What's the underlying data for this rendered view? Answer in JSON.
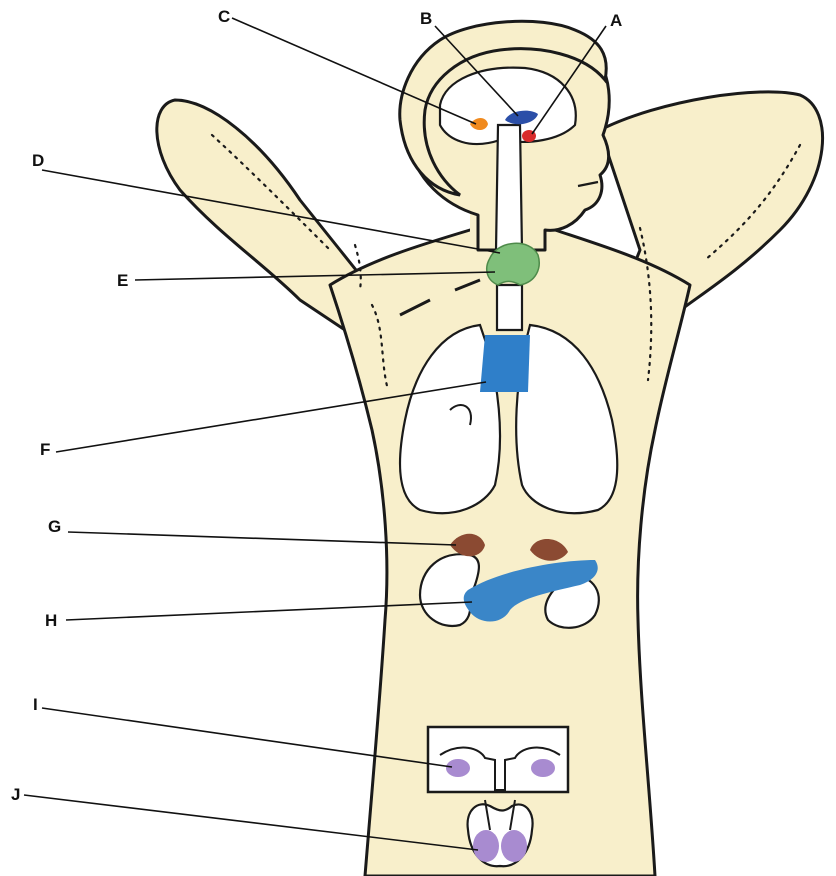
{
  "labels": {
    "A": "A",
    "B": "B",
    "C": "C",
    "D": "D",
    "E": "E",
    "F": "F",
    "G": "G",
    "H": "H",
    "I": "I",
    "J": "J"
  },
  "colors": {
    "skin": "#f8efcb",
    "outline": "#1a1a1a",
    "gland_A": "#d92b2b",
    "gland_B": "#2b4fa8",
    "gland_C": "#f08a1e",
    "gland_D_E": "#7fbf7a",
    "gland_F": "#2f7fc9",
    "gland_G": "#8b4a32",
    "gland_H": "#3a86c8",
    "gland_I_J": "#a88bd0"
  }
}
